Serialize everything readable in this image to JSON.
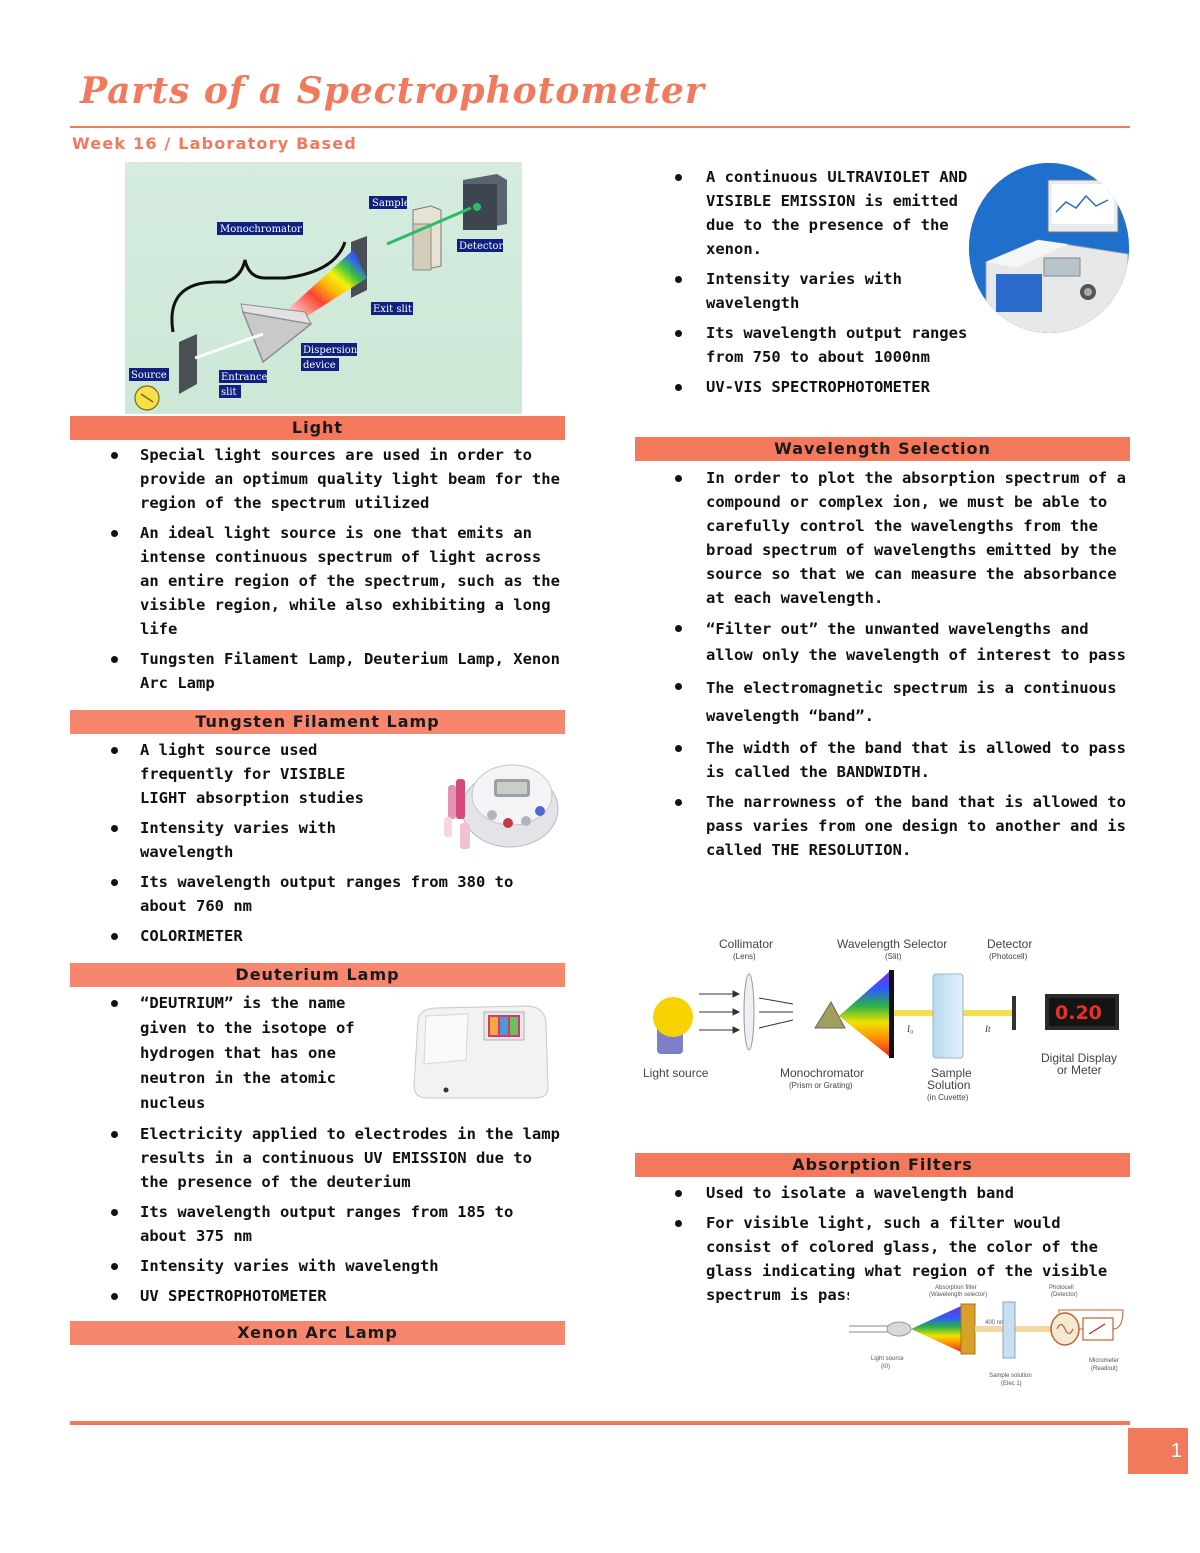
{
  "title": "Parts of a Spectrophotometer",
  "subtitle": "Week 16 / Laboratory Based",
  "page_number": "1",
  "accent_color": "#f07a5b",
  "bar_color": "#f6866e",
  "figure1": {
    "labels": {
      "sample": "Sample",
      "detector": "Detector",
      "monochromator": "Monochromator",
      "exit_slit": "Exit slit",
      "dispersion_line1": "Dispersion",
      "dispersion_line2": "device",
      "source": "Source",
      "entrance_line1": "Entrance",
      "entrance_line2": "slit"
    }
  },
  "sections": {
    "light": {
      "heading": "Light",
      "bullets": [
        "Special light sources are used in order to provide an optimum quality light beam for the region of the spectrum utilized",
        "An ideal light source is one that emits an intense continuous spectrum of light across an entire region of the spectrum, such as the visible region, while also exhibiting a long life",
        "Tungsten Filament Lamp, Deuterium Lamp, Xenon Arc Lamp"
      ]
    },
    "tungsten": {
      "heading": "Tungsten Filament Lamp",
      "bullets": [
        "A light source used frequently for VISIBLE LIGHT absorption studies",
        "Intensity varies with wavelength",
        "Its wavelength output ranges from 380 to about 760 nm",
        "COLORIMETER"
      ]
    },
    "deuterium": {
      "heading": "Deuterium Lamp",
      "bullets": [
        "“DEUTRIUM” is the name given to the isotope of hydrogen that has one neutron in the atomic nucleus",
        "Electricity applied to electrodes in the lamp results in a continuous UV EMISSION due to the presence of the deuterium",
        "Its wavelength output ranges from 185 to about 375 nm",
        "Intensity varies with wavelength",
        "UV SPECTROPHOTOMETER"
      ]
    },
    "xenon": {
      "heading": "Xenon Arc Lamp",
      "bullets": [
        "A continuous ULTRAVIOLET AND VISIBLE EMISSION is emitted due to the presence of the xenon.",
        "Intensity varies with wavelength",
        "Its wavelength output ranges from 750 to about 1000nm",
        "UV-VIS SPECTROPHOTOMETER"
      ]
    },
    "wavelength": {
      "heading": "Wavelength Selection",
      "bullets": [
        "In order to plot the absorption spectrum of a compound or complex ion, we must be able to carefully control the wavelengths from the broad spectrum of wavelengths emitted by the source so that we can measure the absorbance at each wavelength.",
        "“Filter out” the unwanted wavelengths and allow only the wavelength of interest to pass",
        "The electromagnetic spectrum is a continuous wavelength “band”.",
        "The width of the band that is allowed to pass is called the BANDWIDTH.",
        "The narrowness of the band that is allowed to pass varies from one design to another and is called THE RESOLUTION."
      ]
    },
    "absorption": {
      "heading": "Absorption Filters",
      "bullets": [
        "Used to isolate a wavelength band",
        "For visible light, such a filter would consist of colored glass, the color of the glass indicating what region of the visible spectrum is passed."
      ]
    }
  },
  "figure2": {
    "collimator": "Collimator",
    "collimator_sub": "(Lens)",
    "selector": "Wavelength Selector",
    "selector_sub": "(Slit)",
    "detector": "Detector",
    "detector_sub": "(Photocell)",
    "light_source": "Light source",
    "monochromator": "Monochromator",
    "monochromator_sub": "(Prism or Grating)",
    "sample": "Sample",
    "solution": "Solution",
    "solution_sub": "(in Cuvette)",
    "display_line1": "Digital Display",
    "display_line2": "or Meter",
    "reading": "0.20",
    "i0": "I₀",
    "it": "It"
  },
  "figure3": {
    "absorption_filter": "Absorption filter",
    "absorption_filter_sub": "(Wavelength selector)",
    "photocell": "Photocell",
    "photocell_sub": "(Detector)",
    "wavelength": "400 nm",
    "light_source": "Light source",
    "light_source_sub": "(I0)",
    "sample_solution": "Sample solution",
    "sample_solution_sub": "(Elec 1)",
    "meter": "Micrometer",
    "meter_sub": "(Readout)"
  }
}
